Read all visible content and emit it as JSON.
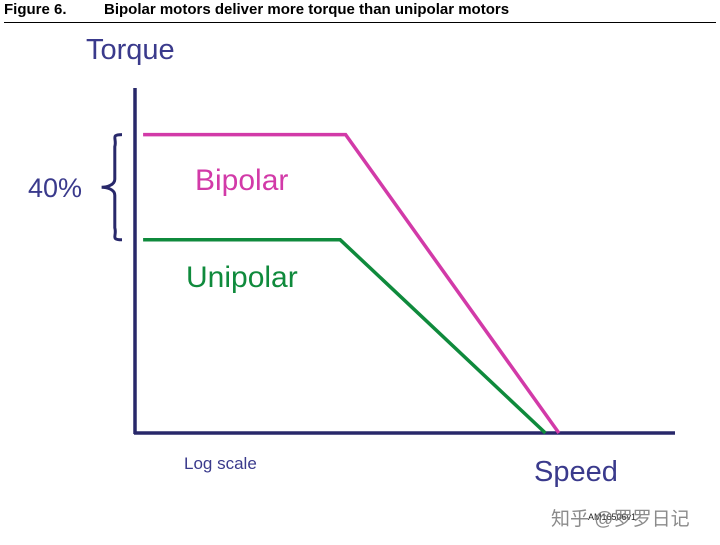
{
  "figure": {
    "number": "Figure 6.",
    "title": "Bipolar motors deliver more torque than unipolar motors"
  },
  "colors": {
    "axis": "#28286a",
    "axis_text": "#3a3a8c",
    "bipolar": "#d23aa8",
    "unipolar": "#0f8a3c",
    "watermark": "#777777"
  },
  "chart_data": {
    "type": "line",
    "title": "",
    "ylabel": "Torque",
    "xlabel": "Speed",
    "x_scale_note": "Log scale",
    "x_scale": "log",
    "xlim": [
      0,
      100
    ],
    "ylim": [
      0,
      100
    ],
    "grid": false,
    "legend": "inline",
    "annotation": {
      "label": "40%",
      "between_series": [
        "Bipolar",
        "Unipolar"
      ]
    },
    "series": [
      {
        "name": "Bipolar",
        "color": "#d23aa8",
        "x": [
          1.5,
          39,
          78.5
        ],
        "y": [
          86.5,
          86.5,
          0
        ]
      },
      {
        "name": "Unipolar",
        "color": "#0f8a3c",
        "x": [
          1.5,
          38,
          76
        ],
        "y": [
          56,
          56,
          0
        ]
      }
    ],
    "figure_id": "AM16506v1"
  },
  "watermark": {
    "text": "知乎 @罗罗日记"
  }
}
